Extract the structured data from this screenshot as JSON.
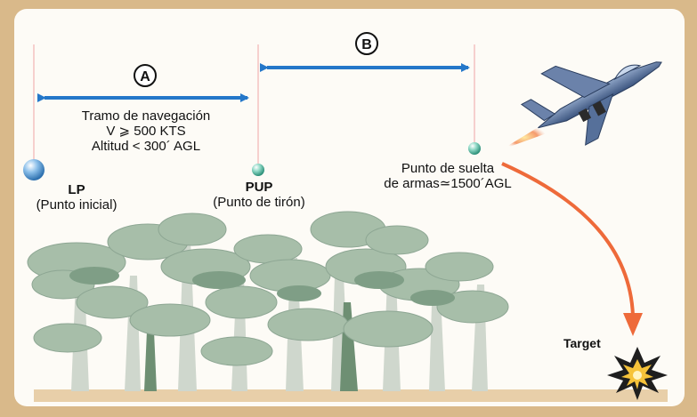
{
  "diagram": {
    "segments": [
      {
        "letter": "A",
        "lines": [
          "Tramo de navegación",
          "V ⩾ 500 KTS",
          "Altitud < 300´ AGL"
        ]
      },
      {
        "letter": "B"
      }
    ],
    "points": {
      "lp": {
        "name": "LP",
        "desc": "(Punto inicial)"
      },
      "pup": {
        "name": "PUP",
        "desc": "(Punto de tirón)"
      },
      "release": {
        "lines": [
          "Punto de suelta",
          "de armas≃1500´AGL"
        ]
      }
    },
    "target": {
      "label": "Target"
    },
    "colors": {
      "arrow": "#2477c9",
      "trajectory": "#ee6a3a",
      "ground": "#e8cfa9",
      "foliage": "#a7bea9",
      "frame": "#d9b98a"
    },
    "icons": [
      "jet-aircraft-icon",
      "explosion-icon",
      "tree-canopy"
    ]
  }
}
